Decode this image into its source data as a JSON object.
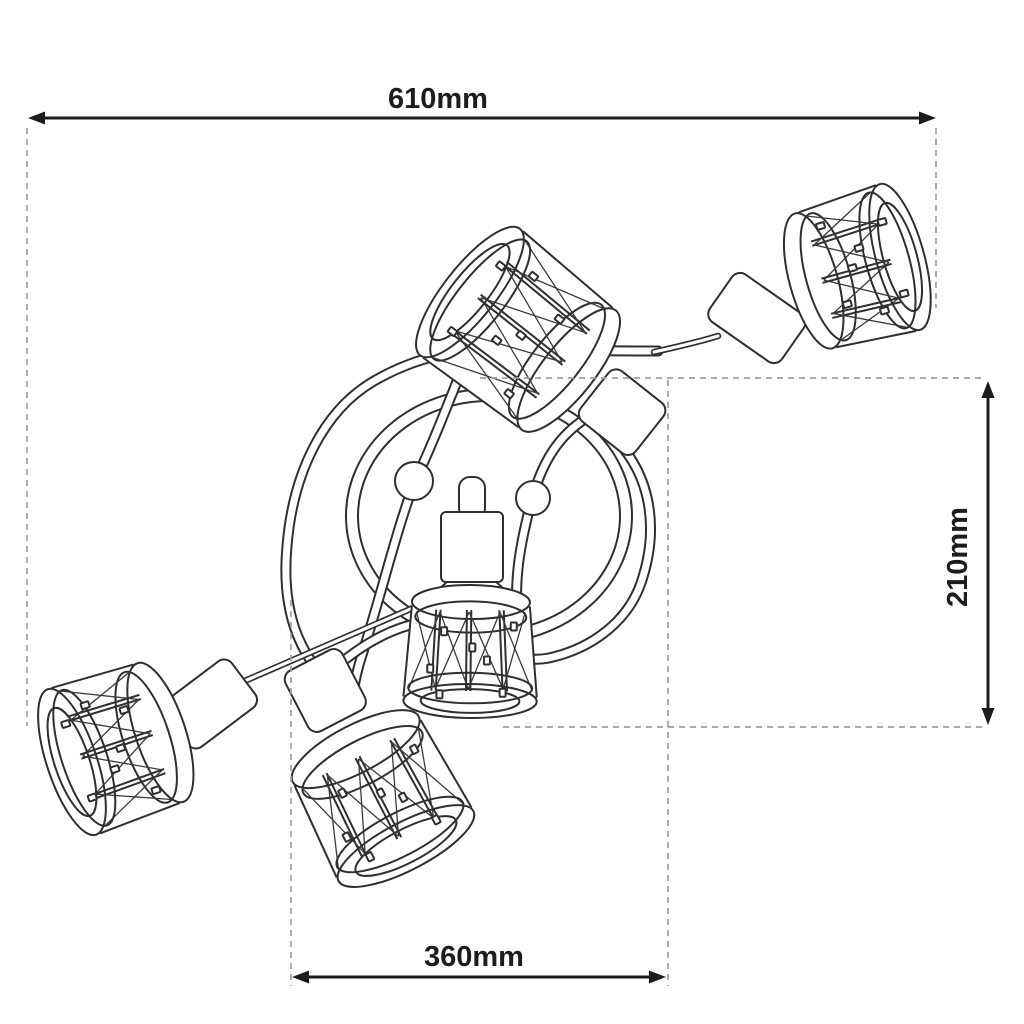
{
  "figure": {
    "dimensions": {
      "width_label": "610mm",
      "height_label": "210mm",
      "spread_label": "360mm"
    },
    "colors": {
      "ink": "#2f2f2f",
      "dimension_ink": "#1c1c1c",
      "extension_dash": "#9f9f9f",
      "background": "#ffffff"
    }
  }
}
